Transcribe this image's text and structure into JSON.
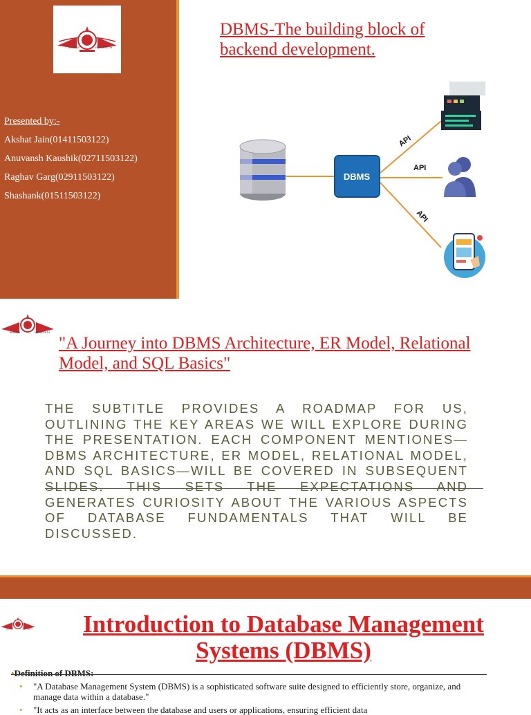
{
  "slide1": {
    "title": "DBMS-The building block of backend development.",
    "presented_by": "Presented by:-",
    "presenters": [
      "Akshat Jain(01411503122)",
      "Anuvansh Kaushik(02711503122)",
      "Raghav Garg(02911503122)",
      "Shashank(01511503122)"
    ],
    "diagram": {
      "dbms_label": "DBMS",
      "api_labels": [
        "API",
        "API",
        "API"
      ]
    },
    "logo": {
      "left_text": "BHARATI",
      "right_text": "VIDYAPEETH"
    }
  },
  "slide2": {
    "title": "\"A Journey into DBMS Architecture, ER Model, Relational Model, and SQL Basics\"",
    "body": "THE SUBTITLE PROVIDES A ROADMAP FOR US, OUTLINING THE KEY AREAS WE WILL EXPLORE DURING THE PRESENTATION. EACH COMPONENT MENTIONES—DBMS ARCHITECTURE, ER MODEL, RELATIONAL MODEL, AND SQL BASICS—WILL BE COVERED IN SUBSEQUENT SLIDES. THIS SETS THE EXPECTATIONS AND GENERATES CURIOSITY ABOUT THE VARIOUS ASPECTS OF DATABASE FUNDAMENTALS THAT WILL BE DISCUSSED."
  },
  "slide3": {
    "title": "Introduction to Database Management Systems (DBMS)",
    "definition_heading": "Definition of DBMS:",
    "items": [
      "\"A Database Management System (DBMS) is a sophisticated software suite designed to efficiently store, organize, and manage data within a database.\"",
      "\"It acts as an interface between the database and users or applications, ensuring efficient data"
    ]
  },
  "colors": {
    "brand_orange": "#b5522a",
    "accent_orange": "#e8952f",
    "title_red": "#e21e1e",
    "body_olive": "#5b5e37",
    "dbms_blue": "#1f6fb8"
  }
}
